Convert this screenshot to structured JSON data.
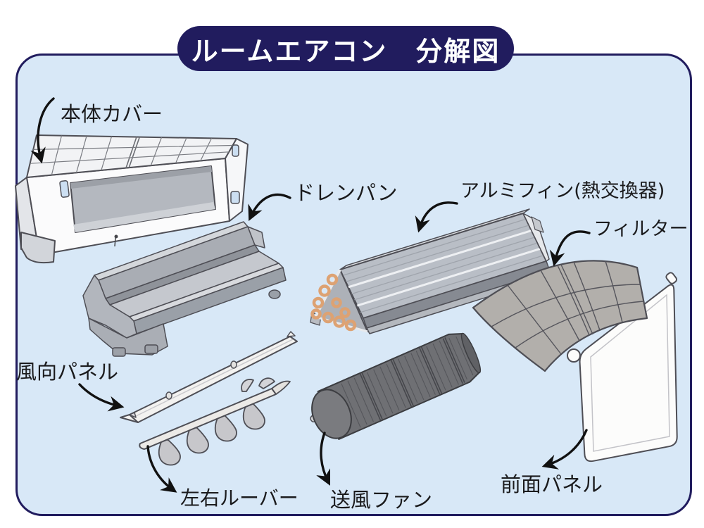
{
  "title": "ルームエアコン　分解図",
  "labels": [
    {
      "id": "body-cover",
      "text": "本体カバー"
    },
    {
      "id": "drain-pan",
      "text": "ドレンパン"
    },
    {
      "id": "aluminum-fin",
      "text": "アルミフィン(熱交換器)"
    },
    {
      "id": "filter",
      "text": "フィルター"
    },
    {
      "id": "wind-direction-panel",
      "text": "風向パネル"
    },
    {
      "id": "left-right-louver",
      "text": "左右ルーバー"
    },
    {
      "id": "blower-fan",
      "text": "送風ファン"
    },
    {
      "id": "front-panel",
      "text": "前面パネル"
    }
  ],
  "colors": {
    "canvas-bg": "#ffffff",
    "panel-bg": "#d8e8f7",
    "navy": "#211c5e",
    "label-ink": "#1b1b1d",
    "arrow-ink": "#111111",
    "part-outline": "#4e4e55",
    "copper": "#dda273",
    "metal-light": "#b9bec6",
    "metal-dark": "#868a92",
    "fan-body": "#6f7074",
    "filter-gray": "#b2afab",
    "white-part": "#fcfcfb"
  }
}
